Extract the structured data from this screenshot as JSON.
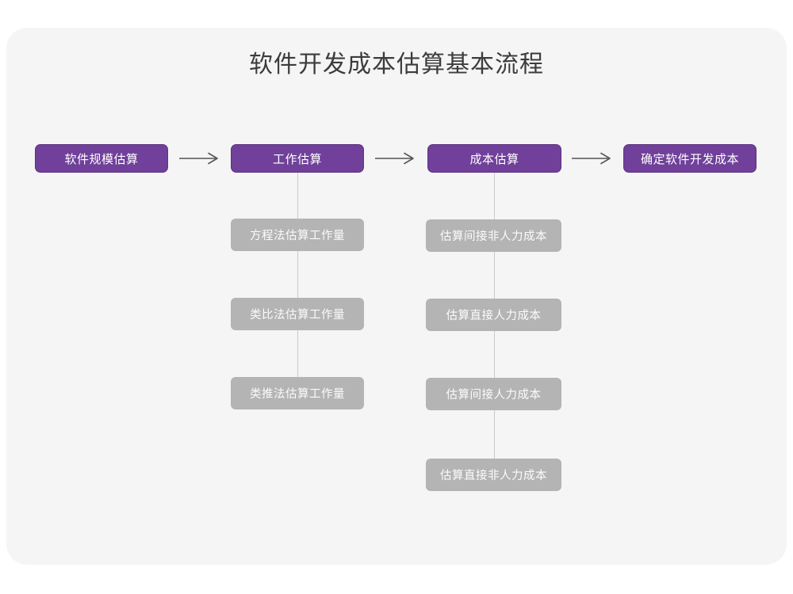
{
  "title": "软件开发成本估算基本流程",
  "colors": {
    "page_background": "#ffffff",
    "card_background": "#f5f5f5",
    "primary_node": "#70409a",
    "primary_node_border": "#5d3380",
    "secondary_node": "#b4b4b4",
    "title_text": "#3c3c3c",
    "node_text": "#ffffff",
    "connector_line": "#cacaca",
    "arrow": "#555555"
  },
  "flow": {
    "main_steps": [
      {
        "id": "scale",
        "label": "软件规模估算"
      },
      {
        "id": "effort",
        "label": "工作估算"
      },
      {
        "id": "cost",
        "label": "成本估算"
      },
      {
        "id": "final",
        "label": "确定软件开发成本"
      }
    ],
    "arrows": [
      {
        "id": "arrow-1",
        "from": "scale",
        "to": "effort",
        "icon": "right-arrow-icon"
      },
      {
        "id": "arrow-2",
        "from": "effort",
        "to": "cost",
        "icon": "right-arrow-icon"
      },
      {
        "id": "arrow-3",
        "from": "cost",
        "to": "final",
        "icon": "right-arrow-icon"
      }
    ],
    "branches": [
      {
        "id": "effort-branch",
        "parent": "effort",
        "items": [
          {
            "label": "方程法估算工作量"
          },
          {
            "label": "类比法估算工作量"
          },
          {
            "label": "类推法估算工作量"
          }
        ]
      },
      {
        "id": "cost-branch",
        "parent": "cost",
        "items": [
          {
            "label": "估算间接非人力成本"
          },
          {
            "label": "估算直接人力成本"
          },
          {
            "label": "估算间接人力成本"
          },
          {
            "label": "估算直接非人力成本"
          }
        ]
      }
    ]
  }
}
